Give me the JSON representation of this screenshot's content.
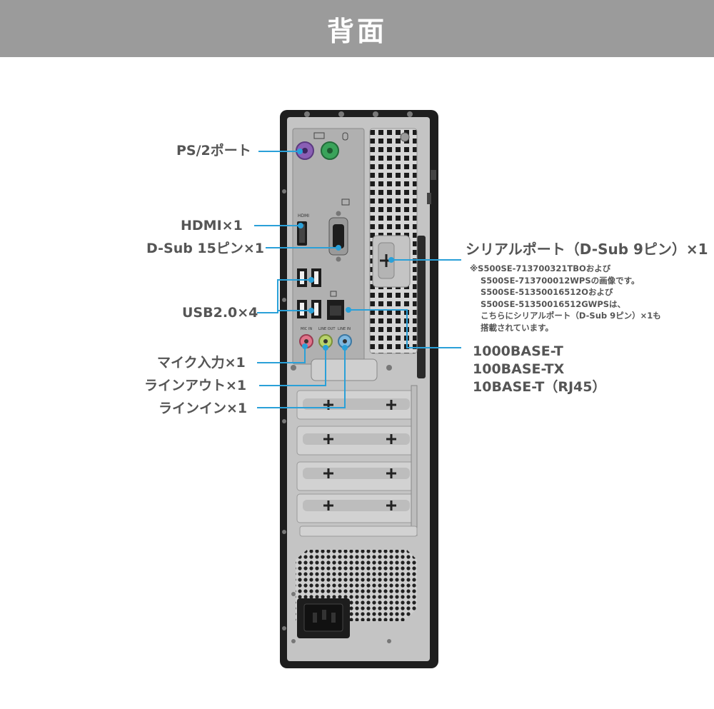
{
  "header": {
    "title": "背面"
  },
  "labels": {
    "ps2": "PS/2ポート",
    "hdmi": "HDMI×1",
    "dsub15": "D-Sub 15ピン×1",
    "usb": "USB2.0×4",
    "mic": "マイク入力×1",
    "lineout": "ラインアウト×1",
    "linein": "ラインイン×1",
    "serial": "シリアルポート（D-Sub 9ピン）×1"
  },
  "note": {
    "lines": [
      "※S500SE-713700321TBOおよび",
      "S500SE-713700012WPSの画像です。",
      "S500SE-51350016512Oおよび",
      "S500SE-51350016512GWPSは、",
      "こちらにシリアルポート（D-Sub 9ピン）×1も",
      "搭載されています。"
    ]
  },
  "ethernet": {
    "lines": [
      "1000BASE-T",
      "100BASE-TX",
      "10BASE-T（RJ45）"
    ]
  },
  "panel_marks": {
    "hdmi": "HDMI",
    "mic_in": "MIC IN",
    "line_out": "LINE OUT",
    "line_in": "LINE IN"
  },
  "colors": {
    "header_bg": "#9b9b9b",
    "callout_line": "#2aa0d8",
    "text": "#555555",
    "ps2_keyboard": "#8a5fb5",
    "ps2_mouse": "#3aa35a",
    "mic": "#e0748a",
    "line_out": "#b8d36a",
    "line_in": "#7fb8e0"
  }
}
